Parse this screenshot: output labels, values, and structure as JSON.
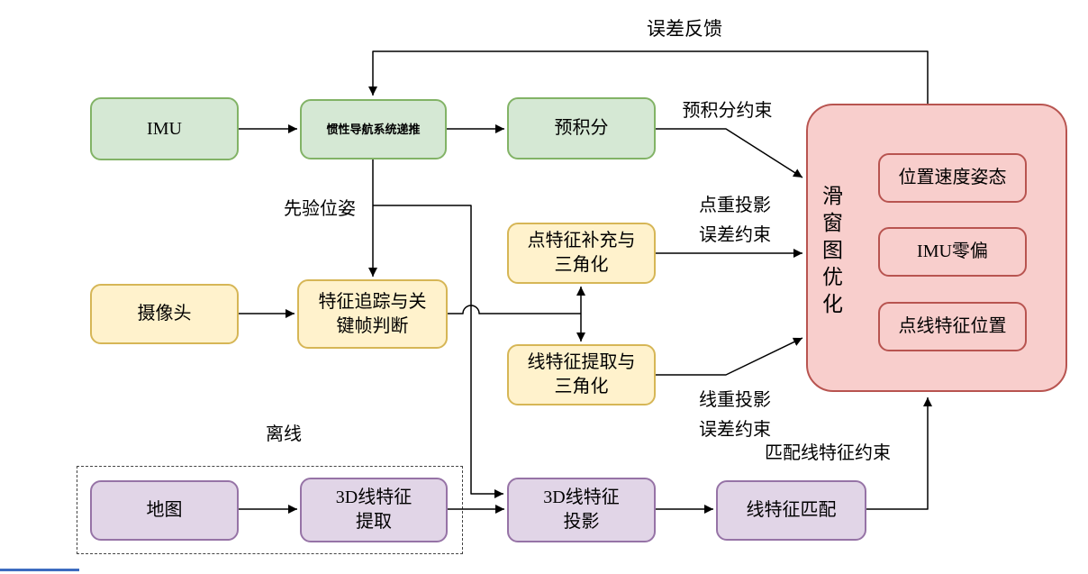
{
  "diagram": {
    "nodes": {
      "imu": "IMU",
      "ins_propagation": "惯性导航系统递推",
      "preintegration": "预积分",
      "camera": "摄像头",
      "feature_tracking": "特征追踪与关\n键帧判断",
      "point_triangulation": "点特征补充与\n三角化",
      "line_triangulation": "线特征提取与\n三角化",
      "map": "地图",
      "line3d_extraction": "3D线特征\n提取",
      "line3d_projection": "3D线特征\n投影",
      "line_matching": "线特征匹配",
      "sliding_window_optimizer": "滑窗图优化",
      "position_velocity_attitude": "位置速度姿态",
      "imu_bias": "IMU零偏",
      "point_line_feature_position": "点线特征位置"
    },
    "edge_labels": {
      "error_feedback": "误差反馈",
      "preintegration_constraint": "预积分约束",
      "prior_pose": "先验位姿",
      "point_reprojection": "点重投影\n误差约束",
      "line_reprojection": "线重投影\n误差约束",
      "matched_line_constraint": "匹配线特征约束",
      "offline": "离线"
    },
    "colors": {
      "green_fill": "#d5e8d4",
      "green_border": "#82b366",
      "yellow_fill": "#fff2cc",
      "yellow_border": "#d6b656",
      "purple_fill": "#e1d5e7",
      "purple_border": "#9673a6",
      "red_fill": "#f8cecc",
      "red_border": "#b85450",
      "arrow": "#000000"
    }
  }
}
